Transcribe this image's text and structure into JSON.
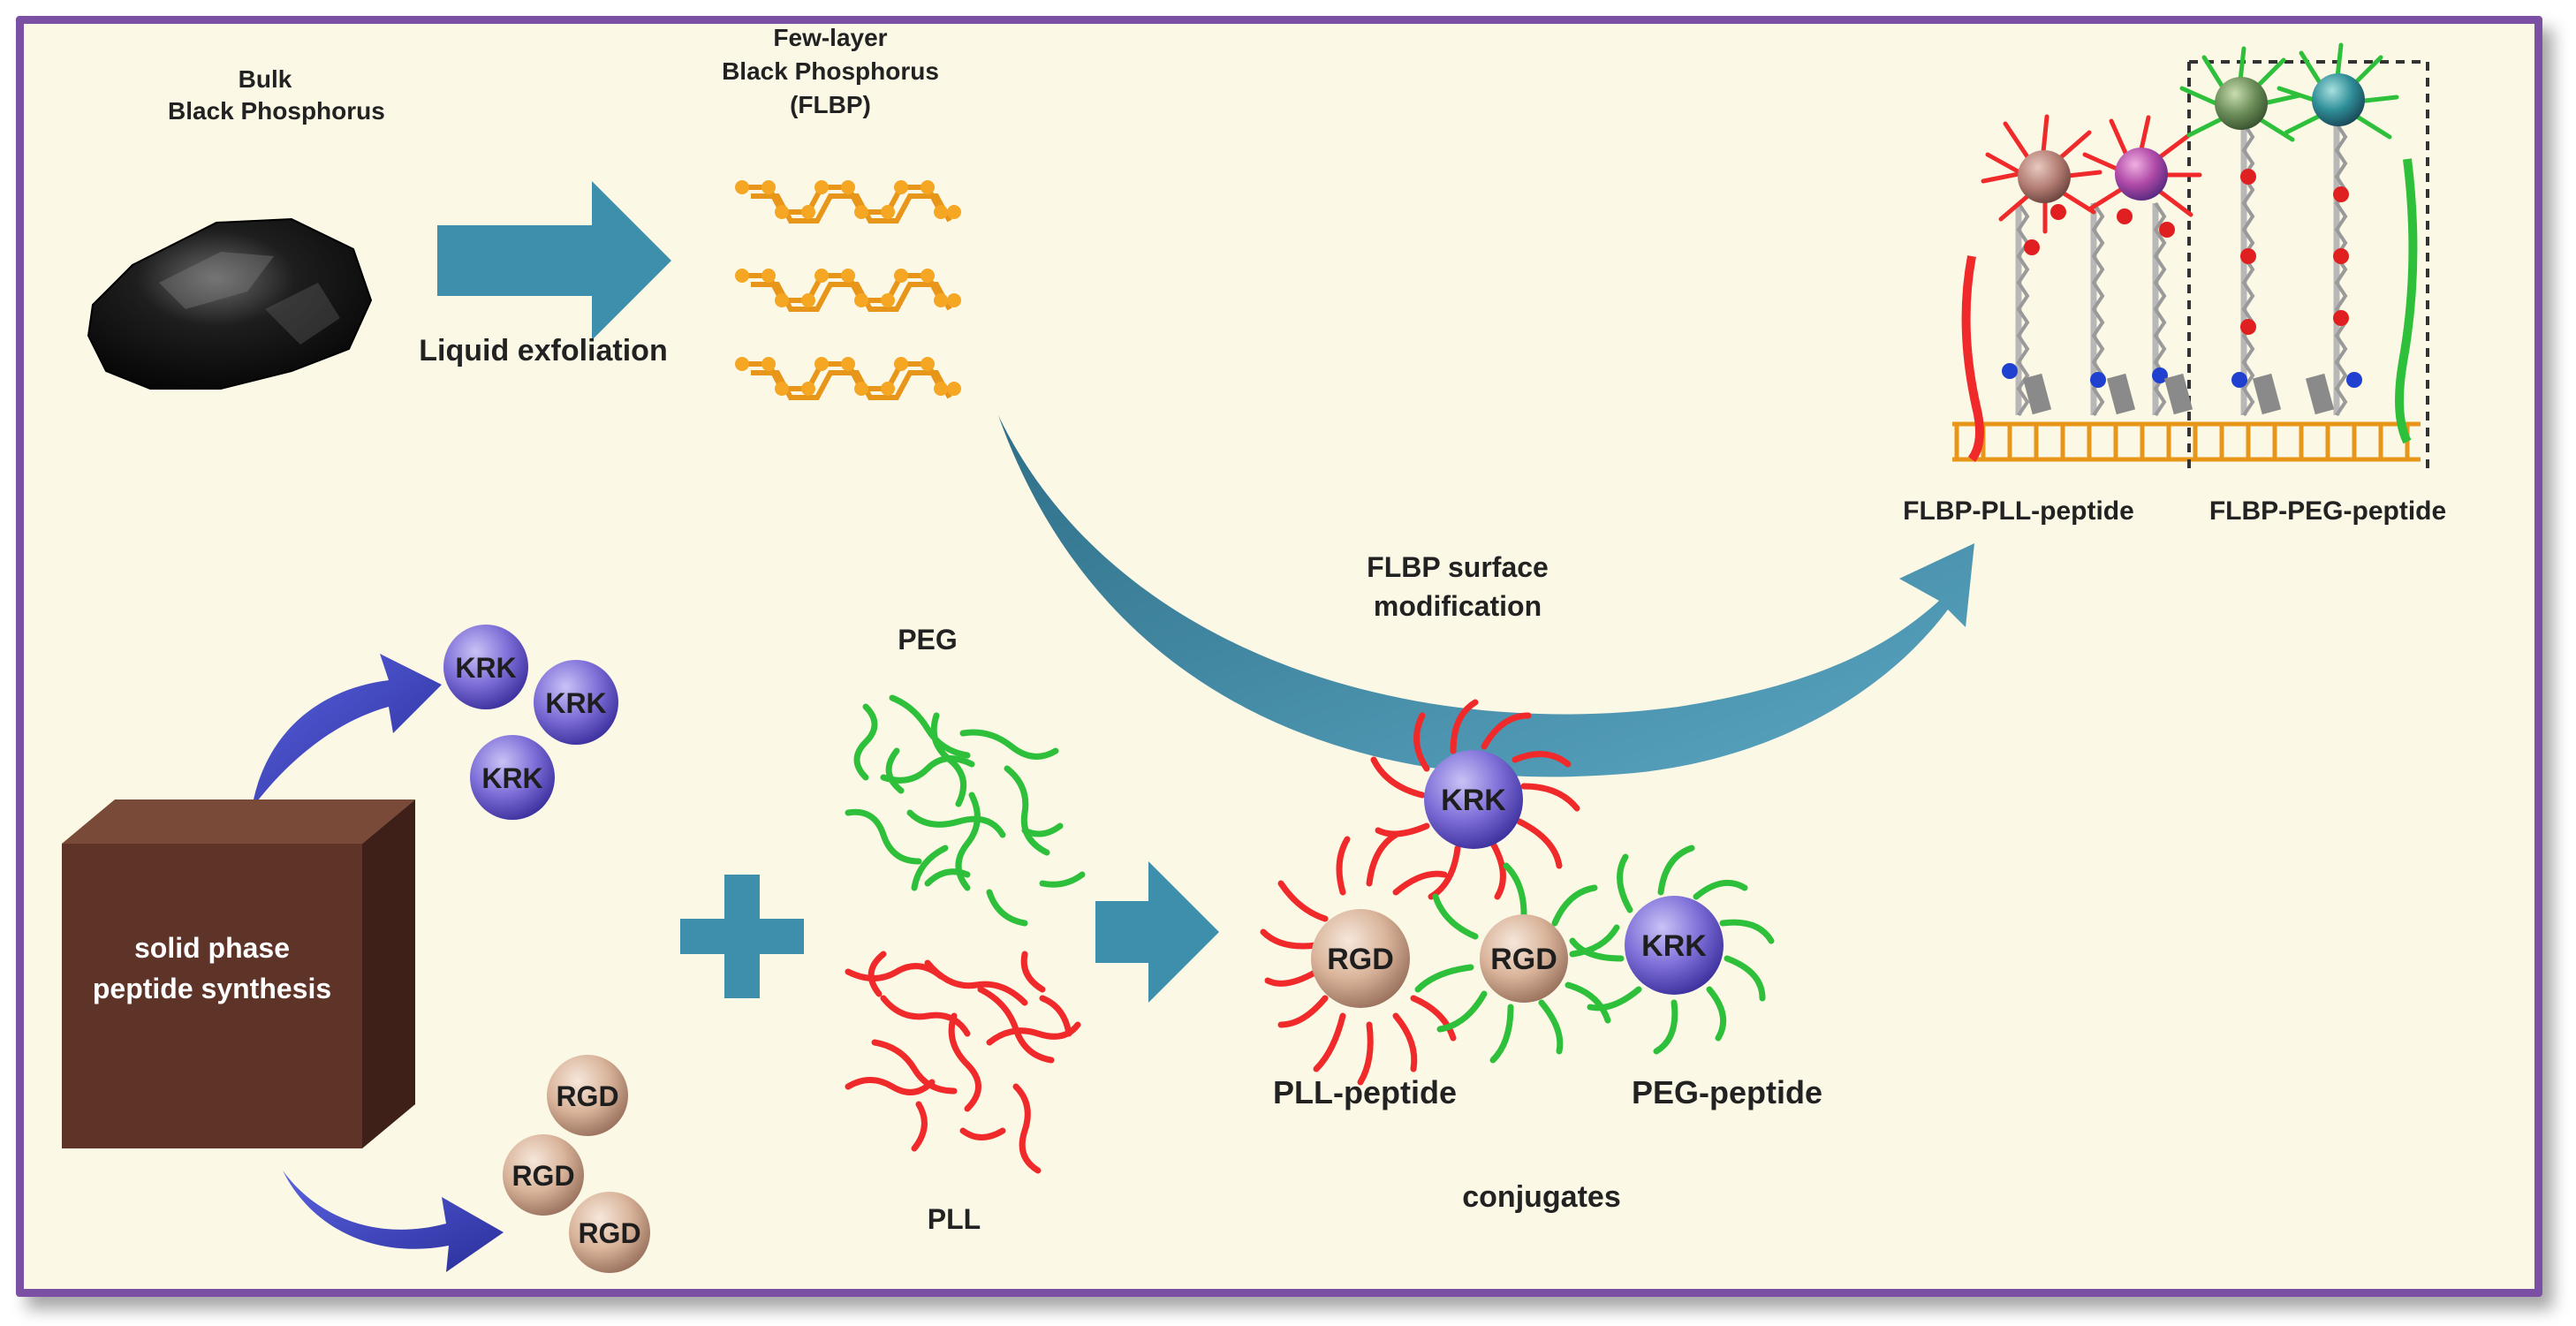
{
  "labels": {
    "bulk_bp_line1": "Bulk",
    "bulk_bp_line2": "Black Phosphorus",
    "flbp_line1": "Few-layer",
    "flbp_line2": "Black Phosphorus",
    "flbp_line3": "(FLBP)",
    "liquid_exfoliation": "Liquid  exfoliation",
    "surface_mod_line1": "FLBP surface",
    "surface_mod_line2": "modification",
    "flbp_pll_peptide": "FLBP-PLL-peptide",
    "flbp_peg_peptide": "FLBP-PEG-peptide",
    "peg": "PEG",
    "pll": "PLL",
    "spps_line1": "solid phase",
    "spps_line2": "peptide synthesis",
    "pll_peptide": "PLL-peptide",
    "peg_peptide": "PEG-peptide",
    "conjugates": "conjugates",
    "krk": "KRK",
    "rgd": "RGD"
  },
  "colors": {
    "frame_border": "#7b4fa3",
    "background": "#fbf8e6",
    "arrow_teal": "#3d8fab",
    "arrow_blue": "#3940b8",
    "phosphorus": "#f0a020",
    "pll_red": "#f02a2a",
    "peg_green": "#2ec03a",
    "krk_purple": "#7e6fd8",
    "rgd_tan": "#d9b49a",
    "cube_brown": "#5e3428"
  }
}
